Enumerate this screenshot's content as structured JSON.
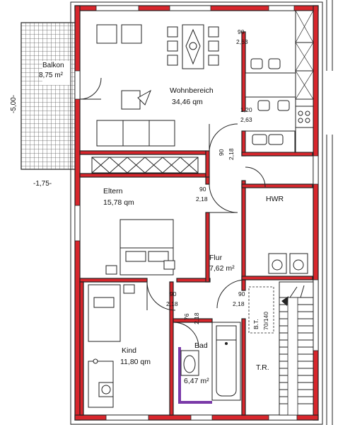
{
  "rooms": {
    "balkon": {
      "name": "Balkon",
      "area": "8,75 m²"
    },
    "wohnbereich": {
      "name": "Wohnbereich",
      "area": "34,46 qm"
    },
    "eltern": {
      "name": "Eltern",
      "area": "15,78 qm"
    },
    "hwr": {
      "name": "HWR"
    },
    "flur": {
      "name": "Flur",
      "area": "7,62 m²"
    },
    "kind": {
      "name": "Kind",
      "area": "11,80 qm"
    },
    "bad": {
      "name": "Bad",
      "area": "6,47 m²"
    },
    "tr": {
      "name": "T.R."
    }
  },
  "dimensions": {
    "balkon_depth": "-1,75-",
    "balkon_width": "-5,00-",
    "openings": [
      {
        "id": "kitchen-top",
        "w": "90",
        "h": "2,63"
      },
      {
        "id": "kitchen-counter",
        "w": "1,20",
        "h": "2,63"
      },
      {
        "id": "wohn-door",
        "w": "90",
        "h": "2,18"
      },
      {
        "id": "eltern-door",
        "w": "90",
        "h": "2,18"
      },
      {
        "id": "kind-door",
        "w": "90",
        "h": "2,18"
      },
      {
        "id": "bad-door",
        "w": "76",
        "h": "2,18"
      },
      {
        "id": "tr-door",
        "w": "90",
        "h": "2,18"
      }
    ],
    "bt_label": "B.T.",
    "bt_value": "70/140"
  },
  "colors": {
    "wall": "#d8262c",
    "outline": "#222222",
    "bath_wall": "#7a3aa8"
  }
}
